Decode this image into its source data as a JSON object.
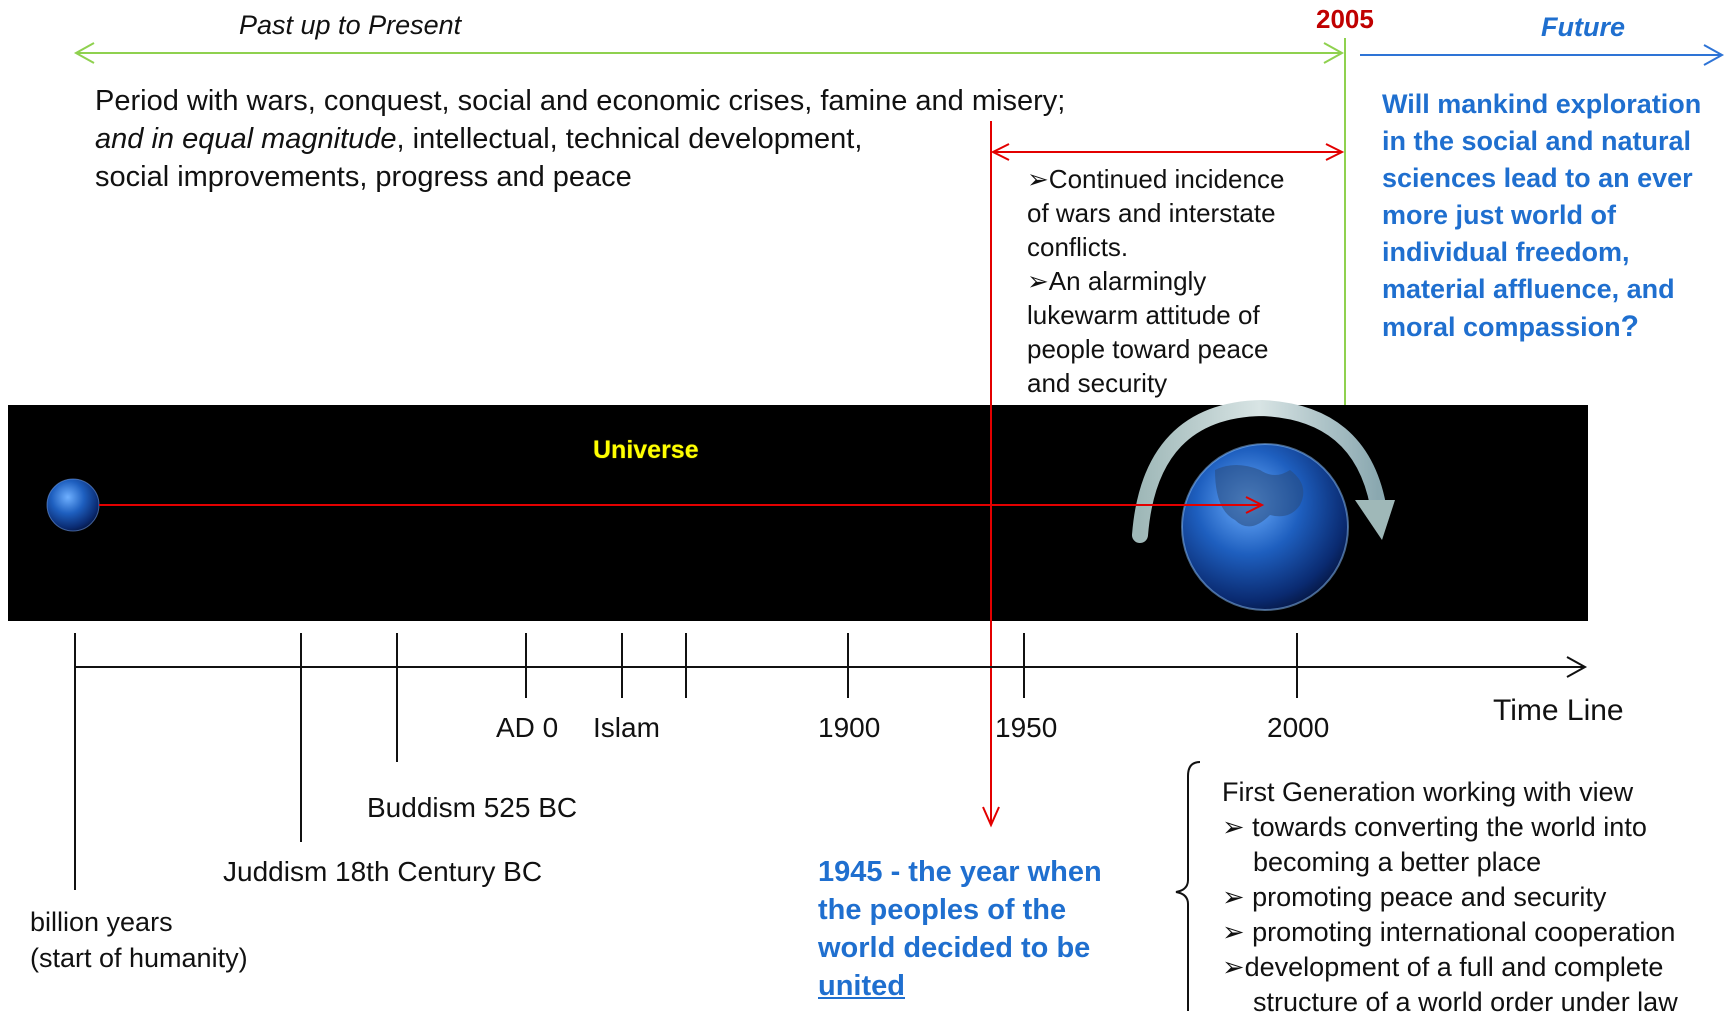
{
  "header": {
    "past_label": "Past up to Present",
    "year_marker": "2005",
    "future_label": "Future"
  },
  "period": {
    "line1": "Period with wars, conquest, social and economic crises, famine and misery;",
    "line2_em": "and in equal magnitude",
    "line2_rest": ", intellectual, technical development,",
    "line3": "social improvements, progress  and peace"
  },
  "future_question": {
    "text": "Will mankind exploration in the social and natural sciences lead to an ever more just world of individual freedom, material affluence, and moral compassion",
    "mark": "?"
  },
  "incidence": {
    "bullet": "➢",
    "lines": [
      "Continued incidence",
      "of wars and interstate",
      "conflicts.",
      "An alarmingly",
      "lukewarm attitude of",
      "people toward peace",
      "and security"
    ]
  },
  "banner": {
    "universe_label": "Universe"
  },
  "timeline": {
    "label": "Time Line",
    "ticks": {
      "ad0": "AD 0",
      "islam": "Islam",
      "y1900": "1900",
      "y1950": "1950",
      "y2000": "2000",
      "buddhism": "Buddism 525 BC",
      "judaism": "Juddism 18th Century BC",
      "origin_line1": "billion years",
      "origin_line2": "(start of humanity)"
    }
  },
  "year1945": {
    "line1": "1945 - the year when",
    "line2": "the peoples of the",
    "line3": "world decided to be",
    "line4": "united"
  },
  "generation": {
    "heading": "First Generation working with view",
    "bullet": "➢",
    "item1_a": "towards converting the world into",
    "item1_b": "becoming a better place",
    "item2": "promoting peace and security",
    "item3": "promoting international cooperation",
    "item4_a": "development  of a full and complete",
    "item4_b": "structure of a world order under law"
  },
  "colors": {
    "past_arrow": "#8fd14f",
    "future_arrow": "#2e74d6",
    "red_arrow": "#e30000",
    "year_red": "#c00000",
    "accent_blue": "#1f6fcf",
    "universe_yellow": "#ffff00"
  },
  "icons": [
    "earth-small-icon",
    "earth-large-icon",
    "rotation-arrow-icon"
  ]
}
